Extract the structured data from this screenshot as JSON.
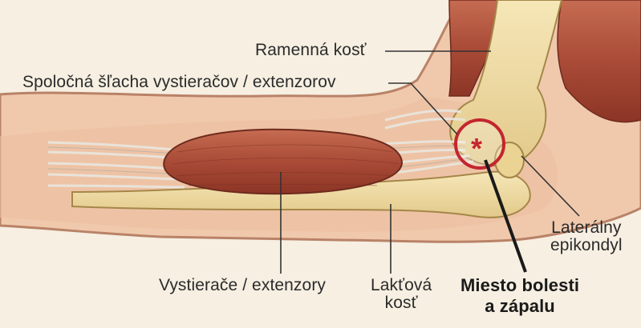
{
  "labels": {
    "humerus": "Ramenná kosť",
    "common_tendon": "Spoločná šľacha vystieračov / extenzorov",
    "lateral_epicondyle": [
      "Laterálny",
      "epikondyl"
    ],
    "extensors": "Vystierače / extenzory",
    "ulna": [
      "Lakťová",
      "kosť"
    ],
    "pain_site": [
      "Miesto bolesti",
      "a zápalu"
    ]
  },
  "markers": {
    "pain_symbol": "*"
  },
  "colors": {
    "background": "#f6efe2",
    "skin": "#f0c9ad",
    "skin_outline": "#b98267",
    "bone": "#f2dfa4",
    "muscle": "#b55a43",
    "tendon": "#e9e5dd",
    "pain_circle": "#c3262f",
    "leader": "#333333"
  }
}
